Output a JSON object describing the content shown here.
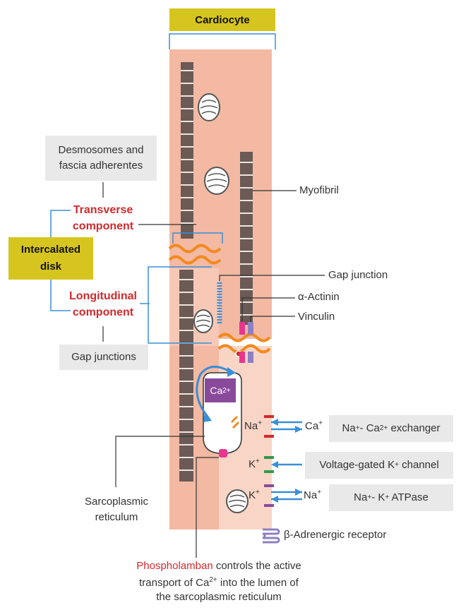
{
  "title": "Cardiocyte",
  "labels": {
    "desmosomes_line1": "Desmosomes and",
    "desmosomes_line2": "fascia adherentes",
    "transverse_line1": "Transverse",
    "transverse_line2": "component",
    "intercalated_line1": "Intercalated",
    "intercalated_line2": "disk",
    "longitudinal_line1": "Longitudinal",
    "longitudinal_line2": "component",
    "gap_junctions": "Gap junctions",
    "myofibril": "Myofibril",
    "gap_junction": "Gap junction",
    "actinin": "α-Actinin",
    "vinculin": "Vinculin",
    "ca_inside": "Ca",
    "ca_inside_sup": "2+",
    "na_in": "Na",
    "na_in_sup": "+",
    "ca_out": "Ca",
    "ca_out_sup": "+",
    "k_in1": "K",
    "k_in1_sup": "+",
    "k_in2": "K",
    "k_in2_sup": "+",
    "na_out": "Na",
    "na_out_sup": "+",
    "sarcoplasmic_line1": "Sarcoplasmic",
    "sarcoplasmic_line2": "reticulum",
    "beta_receptor": "β-Adrenergic receptor"
  },
  "channels": {
    "exchanger_a": "Na",
    "exchanger_a_sup": "+",
    "exchanger_b": "- Ca",
    "exchanger_b_sup": "2+",
    "exchanger_c": " exchanger",
    "kchannel_a": "Voltage-gated K",
    "kchannel_a_sup": "+",
    "kchannel_b": " channel",
    "atpase_a": "Na",
    "atpase_a_sup": "+",
    "atpase_b": "- K",
    "atpase_b_sup": "+",
    "atpase_c": " ATPase"
  },
  "footnote": {
    "highlight": "Phospholamban",
    "part1": " controls the active",
    "part2a": "transport of Ca",
    "part2_sup": "2+",
    "part2b": " into the lumen of",
    "part3": "the sarcoplasmic reticulum"
  },
  "colors": {
    "cell": "#f3b9a3",
    "cell_lower": "#f9d5c6",
    "accent_yellow": "#d6c51e",
    "accent_red": "#d1292c",
    "arrow_blue": "#3a8fd6",
    "wave_orange": "#f28a1e",
    "ca_purple": "#8a4a9c"
  }
}
